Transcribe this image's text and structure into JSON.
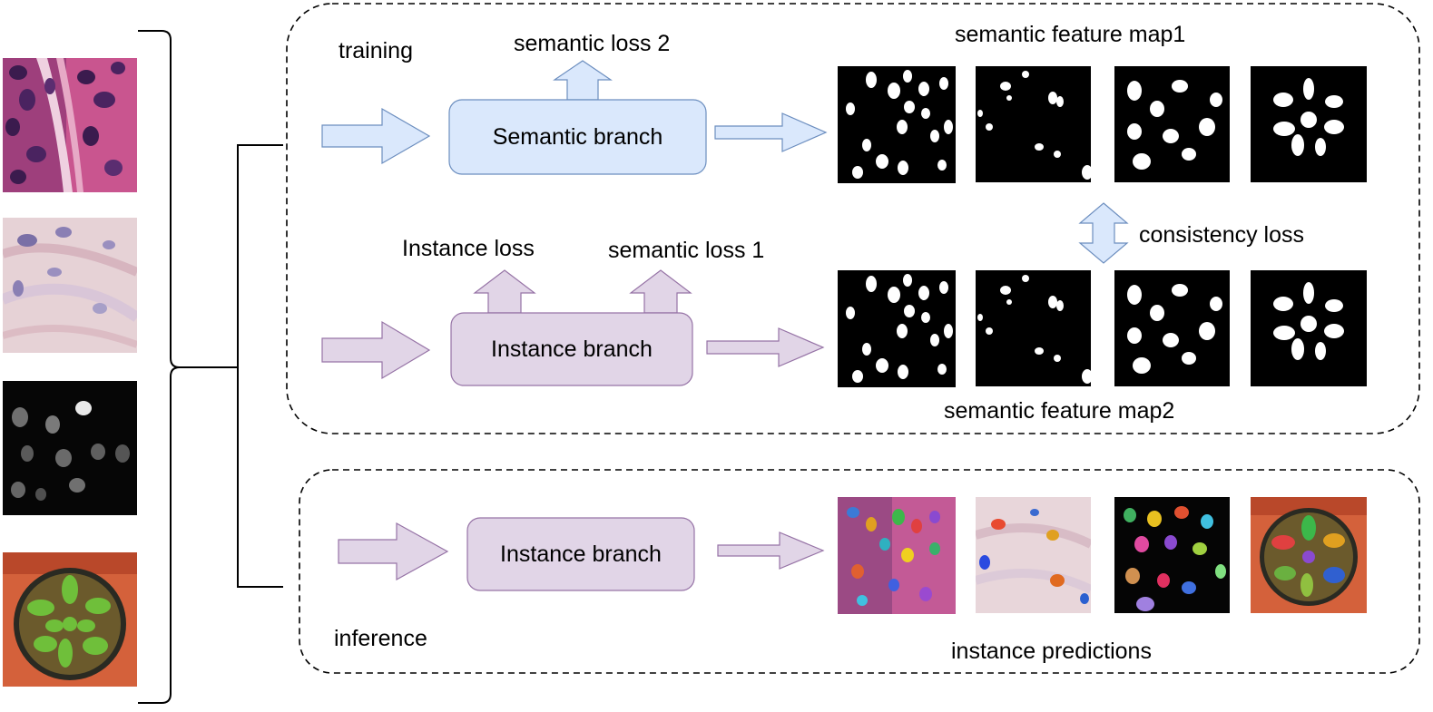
{
  "labels": {
    "training": "training",
    "inference": "inference",
    "semantic_loss_2": "semantic loss 2",
    "semantic_loss_1": "semantic loss 1",
    "instance_loss": "Instance loss",
    "semantic_feature_map1": "semantic feature map1",
    "semantic_feature_map2": "semantic feature map2",
    "consistency_loss": "consistency loss",
    "instance_predictions": "instance predictions"
  },
  "branches": {
    "semantic": "Semantic branch",
    "instance_train": "Instance branch",
    "instance_infer": "Instance branch"
  },
  "colors": {
    "semantic_fill": "#dae8fc",
    "semantic_stroke": "#6c8ebf",
    "instance_fill": "#e1d5e7",
    "instance_stroke": "#9673a6"
  }
}
